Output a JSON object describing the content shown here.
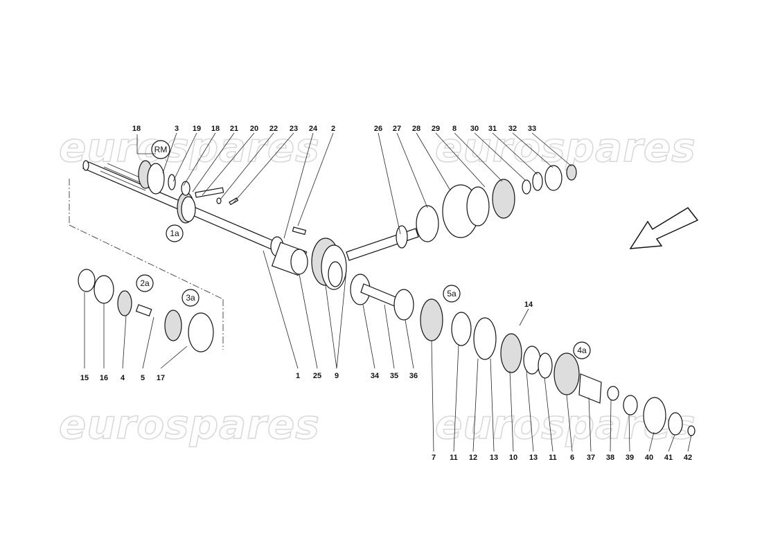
{
  "watermark": "eurospares",
  "badges": [
    "RM",
    "1a",
    "2a",
    "3a",
    "5a",
    "4a"
  ],
  "labels": {
    "top_left": [
      "18",
      "3",
      "19",
      "18",
      "21",
      "20",
      "22",
      "23",
      "24",
      "2"
    ],
    "top_right": [
      "26",
      "27",
      "28",
      "29",
      "8",
      "30",
      "31",
      "32",
      "33"
    ],
    "mid": [
      "14"
    ],
    "bottom_left": [
      "15",
      "16",
      "4",
      "5",
      "17"
    ],
    "bottom_mid": [
      "1",
      "25",
      "9",
      "34",
      "35",
      "36"
    ],
    "bottom_right": [
      "7",
      "11",
      "12",
      "13",
      "10",
      "13",
      "11",
      "6",
      "37",
      "38",
      "39",
      "40",
      "41",
      "42"
    ]
  },
  "direction_arrow": "arrow-left-down"
}
